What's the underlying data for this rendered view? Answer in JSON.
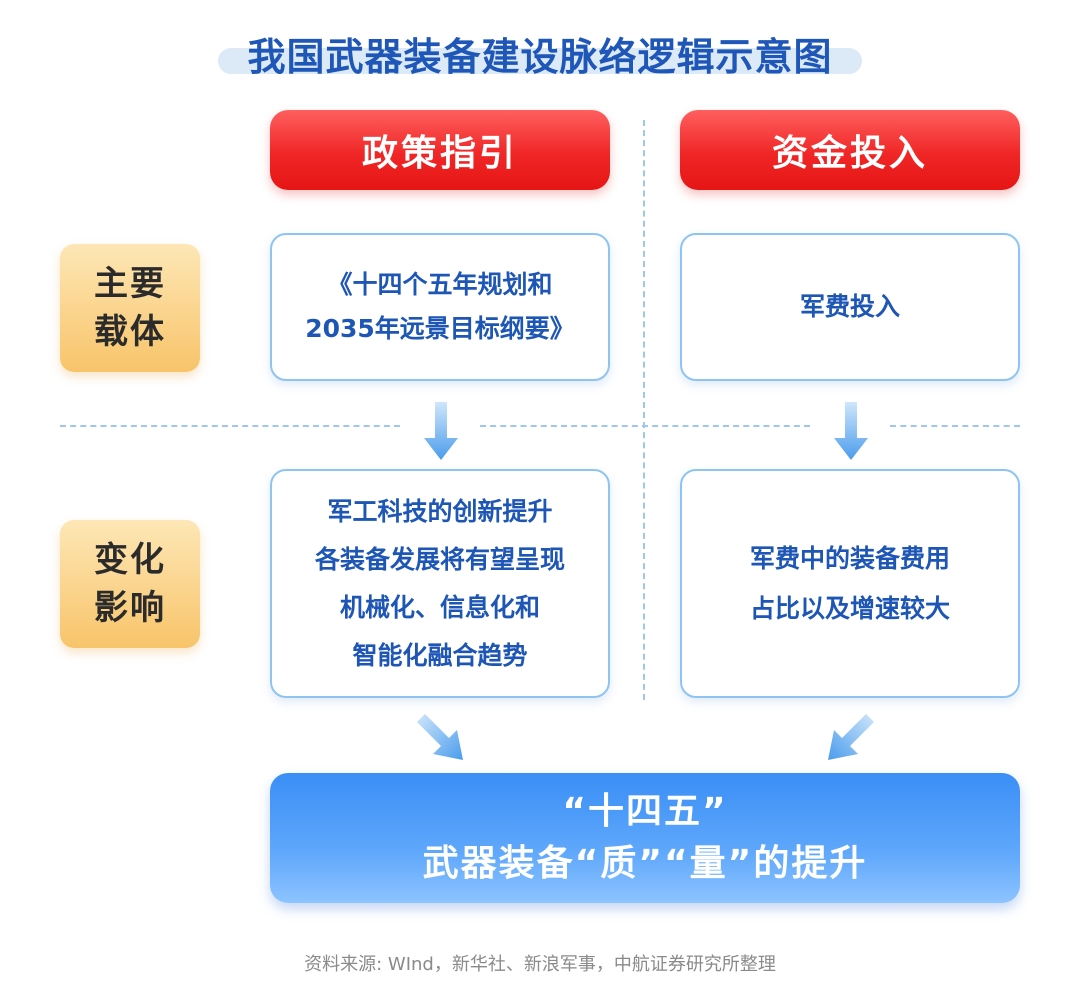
{
  "title": "我国武器装备建设脉络逻辑示意图",
  "columns": {
    "policy": {
      "header": "政策指引"
    },
    "funding": {
      "header": "资金投入"
    }
  },
  "rows": {
    "carrier": {
      "label_line1": "主要",
      "label_line2": "载体"
    },
    "impact": {
      "label_line1": "变化",
      "label_line2": "影响"
    }
  },
  "boxes": {
    "policy_carrier": [
      "《十四个五年规划和",
      "2035年远景目标纲要》"
    ],
    "funding_carrier": [
      "军费投入"
    ],
    "policy_impact": [
      "军工科技的创新提升",
      "各装备发展将有望呈现",
      "机械化、信息化和",
      "智能化融合趋势"
    ],
    "funding_impact": [
      "军费中的装备费用",
      "占比以及增速较大"
    ]
  },
  "result": {
    "line1": "“十四五”",
    "line2": "武器装备“质”“量”的提升"
  },
  "source": "资料来源: WInd，新华社、新浪军事，中航证券研究所整理",
  "colors": {
    "title": "#1f57b8",
    "header_red": "#f02626",
    "label_orange": "#f8c46a",
    "box_border": "#8fc4f2",
    "box_text": "#1e56b6",
    "result_blue": "#3a8ef6",
    "arrow": "#5aa6ef"
  }
}
